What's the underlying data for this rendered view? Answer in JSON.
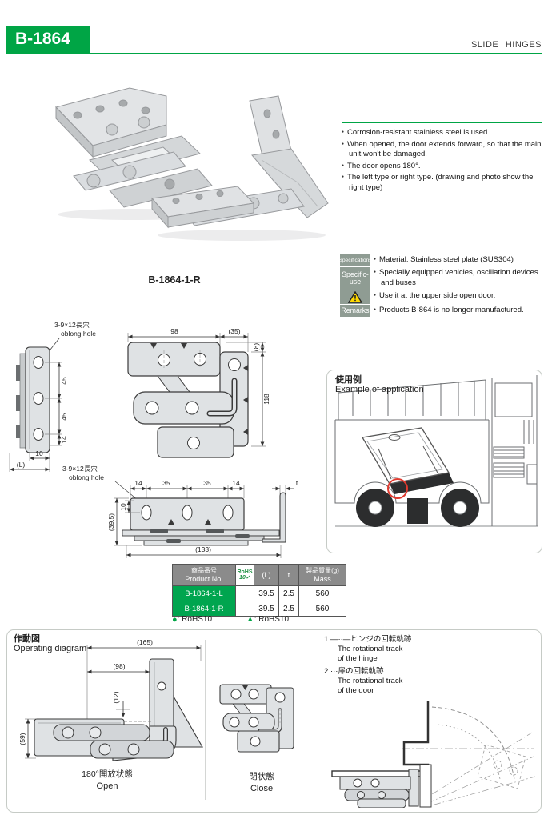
{
  "header": {
    "model": "B-1864",
    "category": "SLIDE HINGES"
  },
  "photo": {
    "caption": "B-1864-1-R"
  },
  "features": [
    "Corrosion-resistant stainless steel is used.",
    "When opened, the door extends forward, so that the main unit won't be damaged.",
    "The door opens 180°.",
    "The left type or right type. (drawing and photo show the right type)"
  ],
  "specs": {
    "label_specifications": "Specifications",
    "label_specific_1": "Specific-",
    "label_specific_2": "use",
    "label_remarks": "Remarks",
    "item_material": "Material: Stainless steel plate (SUS304)",
    "item_use": "Specially equipped vehicles, oscillation devices and buses",
    "item_warning": "Use it at the upper side open door.",
    "item_remarks": "Products B-864 is no longer manufactured."
  },
  "drawings": {
    "oblong_jp": "3-9×12長穴",
    "oblong_en": "oblong hole",
    "side": {
      "d45a": "45",
      "d45b": "45",
      "d14": "14",
      "d10": "10",
      "dl": "(L)"
    },
    "front": {
      "d98": "98",
      "d35": "(35)",
      "d8": "(8)",
      "d118": "118"
    },
    "bottom": {
      "d14a": "14",
      "d35a": "35",
      "d35b": "35",
      "d14b": "14",
      "dt": "t",
      "d10": "10",
      "d39": "(39.5)",
      "d133": "(133)"
    }
  },
  "application": {
    "title_jp": "使用例",
    "title_en": "Example of application"
  },
  "table": {
    "h_product_jp": "商品番号",
    "h_product_en": "Product No.",
    "h_rohs_1": "RoHS",
    "h_rohs_2": "10",
    "h_rohs_check": "✓",
    "h_l": "(L)",
    "h_t": "t",
    "h_mass_jp": "製品質量(g)",
    "h_mass_en": "Mass",
    "rows": [
      {
        "product": "B-1864-1-L",
        "rohs": "",
        "l": "39.5",
        "t": "2.5",
        "mass": "560"
      },
      {
        "product": "B-1864-1-R",
        "rohs": "",
        "l": "39.5",
        "t": "2.5",
        "mass": "560"
      }
    ],
    "legend1_sym": "●",
    "legend1": ": RoHS10",
    "legend2_sym": "▲",
    "legend2": ": RoHS10"
  },
  "operating": {
    "title_jp": "作動図",
    "title_en": "Operating diagram",
    "d165": "(165)",
    "d98": "(98)",
    "d12": "(12)",
    "d59": "(59)",
    "open_jp": "180°開放状態",
    "open_en": "Open",
    "close_jp": "閉状態",
    "close_en": "Close",
    "note1_num": "1.",
    "note1_dash": "—··—",
    "note1_jp": "ヒンジの回転軌跡",
    "note1_en1": "The rotational track",
    "note1_en2": "of the hinge",
    "note2_num": "2.",
    "note2_dash": "···",
    "note2_jp": "扉の回転軌跡",
    "note2_en1": "The rotational track",
    "note2_en2": "of the door"
  },
  "colors": {
    "green": "#00a545",
    "table_green": "#00a54f",
    "header_gray": "#8b8b8b",
    "label_gray": "#8f9c93",
    "warning_yellow": "#ffd900",
    "highlight_red": "#e03a2f"
  }
}
